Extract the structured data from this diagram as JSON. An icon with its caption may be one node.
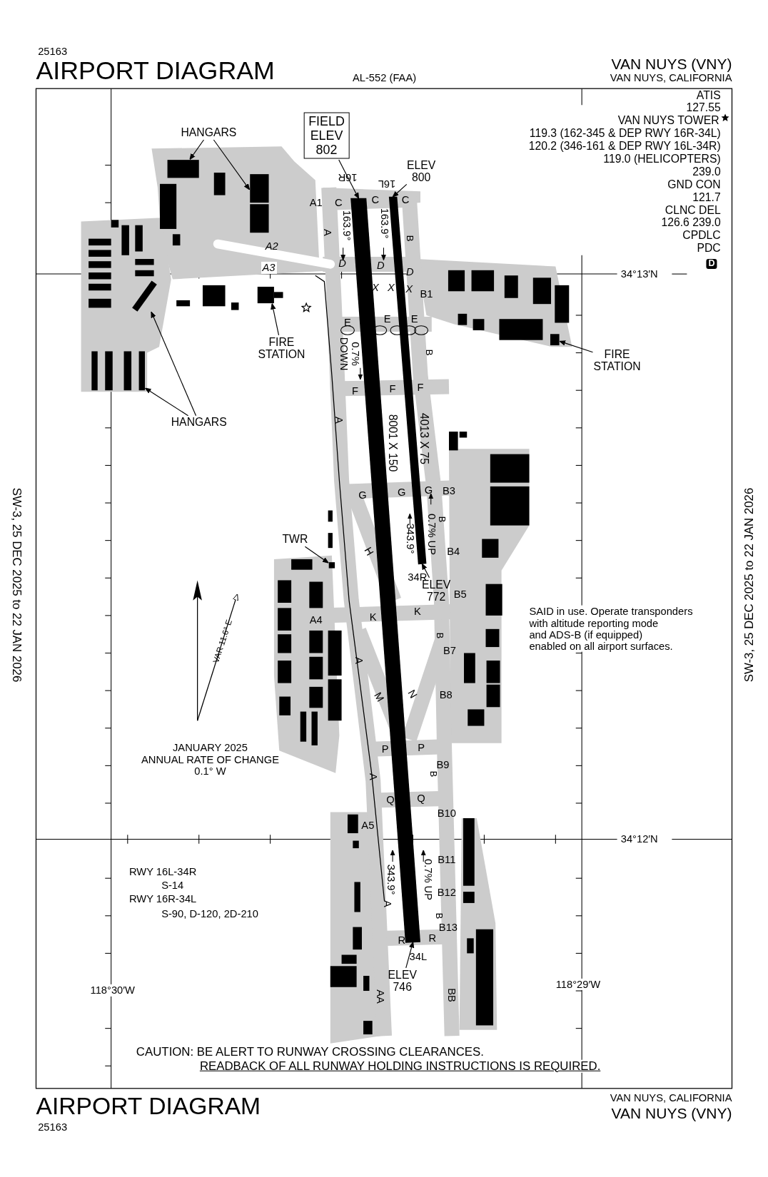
{
  "diagram": {
    "title": "AIRPORT DIAGRAM",
    "nodes": [
      {
        "text": [
          "FIELD ELEV 802"
        ]
      },
      {
        "text": [],
        "shape": "bar"
      },
      {
        "text": [],
        "shape": "bar"
      },
      {
        "text": [
          "ELEV 800"
        ]
      },
      {
        "text": [
          "ELEV 772"
        ]
      },
      {
        "text": [
          "ELEV 746"
        ]
      },
      {
        "text": [
          "HANGARS"
        ]
      },
      {
        "text": [],
        "shape": "box"
      },
      {
        "text": [],
        "shape": "box"
      },
      {
        "text": [
          "HANGARS"
        ]
      },
      {
        "text": [],
        "shape": "box"
      },
      {
        "text": [],
        "shape": "box"
      },
      {
        "text": [
          "FIRE STATION"
        ]
      },
      {
        "text": [],
        "shape": "box"
      },
      {
        "text": [
          "FIRE STATION"
        ]
      },
      {
        "text": [],
        "shape": "box"
      },
      {
        "text": [
          "TWR"
        ]
      },
      {
        "text": [],
        "shape": "box"
      }
    ],
    "edges": [
      {
        "from": 0,
        "to": 1,
        "arrow": "to"
      },
      {
        "from": 3,
        "to": 2,
        "arrow": "to"
      },
      {
        "from": 4,
        "to": 2,
        "arrow": "to"
      },
      {
        "from": 5,
        "to": 1,
        "arrow": "to"
      },
      {
        "from": 6,
        "to": 7,
        "arrow": "to"
      },
      {
        "from": 6,
        "to": 8,
        "arrow": "to"
      },
      {
        "from": 9,
        "to": 10,
        "arrow": "to"
      },
      {
        "from": 9,
        "to": 11,
        "arrow": "to"
      },
      {
        "from": 12,
        "to": 13,
        "arrow": "to"
      },
      {
        "from": 14,
        "to": 15,
        "arrow": "to"
      },
      {
        "from": 16,
        "to": 17,
        "arrow": "to"
      }
    ],
    "labels": [
      "25163",
      "AL-552 (FAA)",
      "VAN NUYS (VNY)",
      "VAN NUYS, CALIFORNIA",
      "ATIS",
      "127.55",
      "VAN NUYS TOWER",
      "119.3 (162-345 & DEP RWY 16R-34L)",
      "120.2 (346-161 & DEP RWY 16L-34R)",
      "119.0 (HELICOPTERS)",
      "239.0",
      "GND CON",
      "121.7",
      "CLNC DEL",
      "126.6 239.0",
      "CPDLC",
      "PDC",
      "D",
      "16R",
      "16L",
      "A1",
      "C",
      "C",
      "C",
      "163.9°",
      "163.9°",
      "A",
      "B",
      "A2",
      "A3",
      "D",
      "D",
      "D",
      "34°13′N",
      "X",
      "X",
      "X",
      "B1",
      "E",
      "E",
      "E",
      "0.7% DOWN",
      "B",
      "F",
      "F",
      "F",
      "A",
      "8001 X 150",
      "4013 X 75",
      "G",
      "G",
      "G",
      "B3",
      "343.9°",
      "0.7% UP",
      "B",
      "H",
      "B4",
      "34R",
      "B5",
      "A4",
      "K",
      "K",
      "B",
      "B7",
      "A",
      "M",
      "N",
      "B8",
      "P",
      "P",
      "B9",
      "A",
      "B",
      "Q",
      "Q",
      "B10",
      "A5",
      "34°12′N",
      "343.9°",
      "0.7% UP",
      "B11",
      "B12",
      "A",
      "B",
      "B13",
      "R",
      "R",
      "34L",
      "118°30′W",
      "118°29′W",
      "AA",
      "BB",
      "VAR 11.6° E",
      "JANUARY 2025 ANNUAL RATE OF CHANGE 0.1° W",
      "SAID in use. Operate transponders with altitude reporting mode and ADS-B (if equipped) enabled on all airport surfaces.",
      "RWY 16L-34R",
      "S-14",
      "RWY 16R-34L",
      "S-90, D-120, 2D-210",
      "CAUTION: BE ALERT TO RUNWAY CROSSING CLEARANCES.",
      "READBACK OF ALL RUNWAY HOLDING INSTRUCTIONS IS REQUIRED.",
      "AIRPORT DIAGRAM",
      "25163",
      "VAN NUYS, CALIFORNIA",
      "VAN NUYS (VNY)",
      "SW-3, 25 DEC 2025 to 22 JAN 2026",
      "SW-3, 25 DEC 2025 to 22 JAN 2026"
    ]
  }
}
